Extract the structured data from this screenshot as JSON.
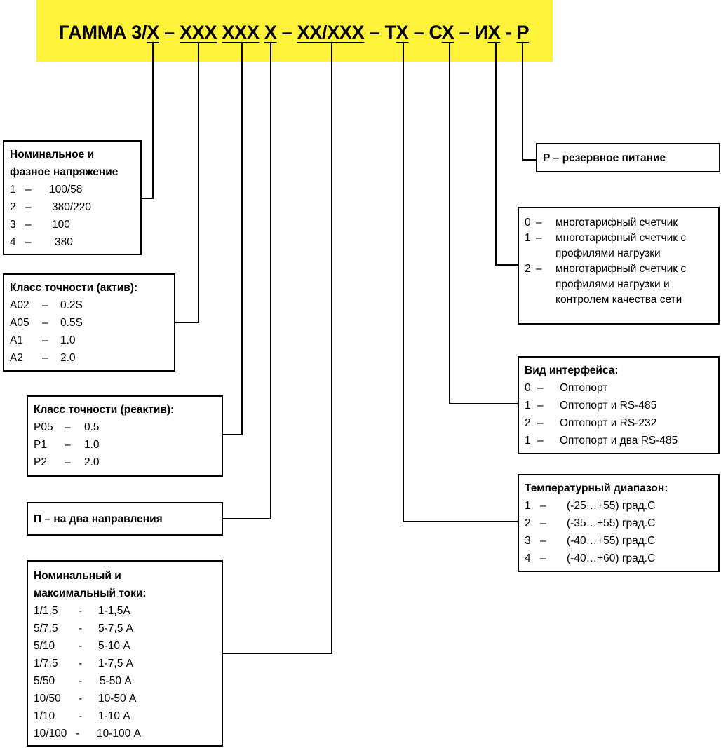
{
  "code": {
    "prefix": "ГАММА 3/",
    "parts": [
      "Х",
      " – ",
      "ХХХ",
      " ",
      "ХХХ",
      " ",
      "Х",
      " – ",
      "ХХ/ХХХ",
      " – Т",
      "Х",
      " – С",
      "Х",
      " – И",
      "Х",
      " - ",
      "Р"
    ]
  },
  "voltage": {
    "title_lines": [
      "Номинальное и",
      "фазное напряжение"
    ],
    "rows": [
      [
        "1",
        "–",
        "100/58"
      ],
      [
        "2",
        "–",
        "380/220"
      ],
      [
        "3",
        "–",
        "100"
      ],
      [
        "4",
        "–",
        "380"
      ]
    ]
  },
  "active": {
    "title": "Класс точности (актив):",
    "rows": [
      [
        "А02",
        "–",
        "0.2S"
      ],
      [
        "А05",
        "–",
        "0.5S"
      ],
      [
        "А1",
        "–",
        "1.0"
      ],
      [
        "А2",
        "–",
        "2.0"
      ]
    ]
  },
  "reactive": {
    "title": "Класс точности (реактив):",
    "rows": [
      [
        "Р05",
        "–",
        "0.5"
      ],
      [
        "Р1",
        "–",
        "1.0"
      ],
      [
        "Р2",
        "–",
        "2.0"
      ]
    ]
  },
  "direction": {
    "label": "П – на два направления"
  },
  "currents": {
    "title_lines": [
      "Номинальный и",
      "максимальный  токи:"
    ],
    "rows": [
      [
        "1/1,5",
        "-",
        "1-1,5А"
      ],
      [
        "5/7,5",
        "-",
        "5-7,5 А"
      ],
      [
        "5/10",
        "-",
        "5-10 А"
      ],
      [
        "1/7,5",
        "-",
        "1-7,5 А"
      ],
      [
        "5/50",
        "-",
        "5-50 А"
      ],
      [
        "10/50",
        "-",
        "10-50 А"
      ],
      [
        "1/10",
        "-",
        "1-10 А"
      ],
      [
        "10/100",
        "-",
        "10-100 А"
      ]
    ]
  },
  "reserve": {
    "label": "Р – резервное питание"
  },
  "tariff": {
    "rows": [
      [
        "0",
        "–",
        [
          "многотарифный счетчик"
        ]
      ],
      [
        "1",
        "–",
        [
          "многотарифный счетчик с",
          "профилями нагрузки"
        ]
      ],
      [
        "2",
        "–",
        [
          "многотарифный счетчик с",
          "профилями нагрузки и",
          "контролем качества сети"
        ]
      ]
    ]
  },
  "interface": {
    "title": "Вид интерфейса:",
    "rows": [
      [
        "0",
        "–",
        "Оптопорт"
      ],
      [
        "1",
        "–",
        "Оптопорт и RS-485"
      ],
      [
        "2",
        "–",
        "Оптопорт и RS-232"
      ],
      [
        "1",
        "–",
        "Оптопорт и два RS-485"
      ]
    ]
  },
  "temperature": {
    "title": "Температурный диапазон:",
    "rows": [
      [
        "1",
        "–",
        "(-25…+55) град.С"
      ],
      [
        "2",
        "–",
        "(-35…+55) град.С"
      ],
      [
        "3",
        "–",
        "(-40…+55) град.С"
      ],
      [
        "4",
        "–",
        "(-40…+60) град.С"
      ]
    ]
  },
  "colors": {
    "banner": "#fff23a",
    "line": "#000000"
  }
}
